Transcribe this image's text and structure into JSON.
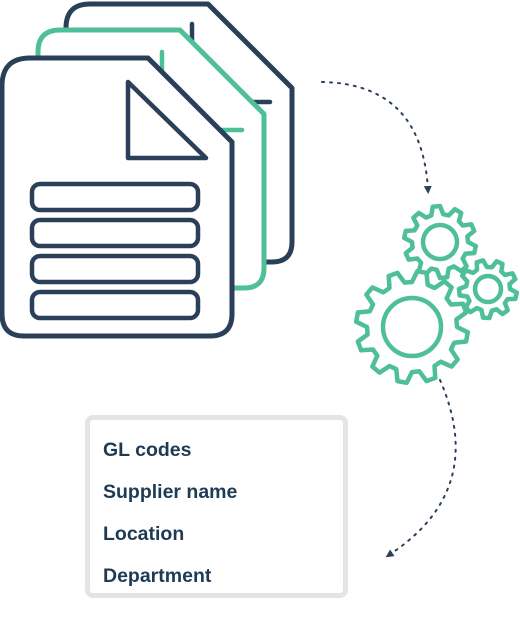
{
  "colors": {
    "navy": "#2a4058",
    "green": "#4ebf97",
    "text": "#1f3b54",
    "card_border": "#e4e4e4"
  },
  "icons": {
    "documents": "document-stack-icon",
    "gears": "gears-icon",
    "arrows": "dotted-arrow-icon"
  },
  "fields_card": {
    "items": [
      {
        "label": "GL codes"
      },
      {
        "label": "Supplier name"
      },
      {
        "label": "Location"
      },
      {
        "label": "Department"
      }
    ]
  }
}
